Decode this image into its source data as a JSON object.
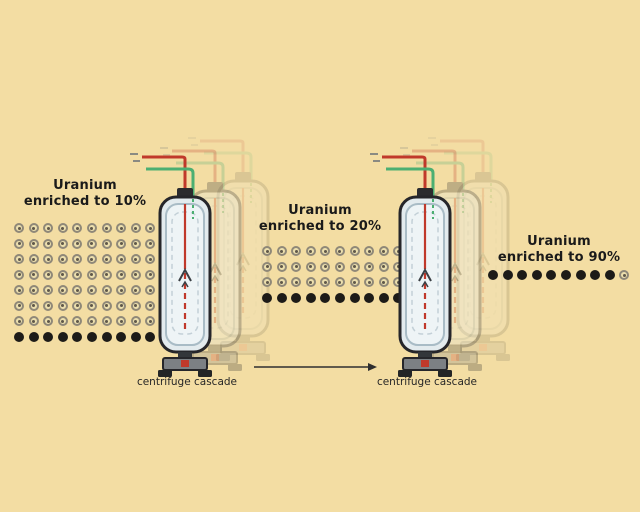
{
  "stages": [
    {
      "title_line1": "Uranium",
      "title_line2": "enriched to 10%",
      "grid": {
        "columns": 10,
        "rows": 8,
        "dark_dots": 10,
        "dark_from": "bottom"
      }
    },
    {
      "title_line1": "Uranium",
      "title_line2": "enriched to 20%",
      "grid": {
        "columns": 10,
        "rows": 4,
        "dark_dots": 10,
        "dark_from": "bottom"
      }
    },
    {
      "title_line1": "Uranium",
      "title_line2": "enriched to 90%",
      "grid": {
        "columns": 10,
        "rows": 1,
        "dark_dots": 9,
        "dark_from": "left"
      }
    }
  ],
  "cascades": [
    {
      "label": "centrifuge cascade"
    },
    {
      "label": "centrifuge cascade"
    }
  ],
  "colors": {
    "background": "#f3dda3",
    "dark_dot": "#1d1b18",
    "light_dot_ring": "#8f8878",
    "pipe_red": "#c0392b",
    "pipe_green": "#4caf72",
    "text": "#1a1a1a"
  }
}
